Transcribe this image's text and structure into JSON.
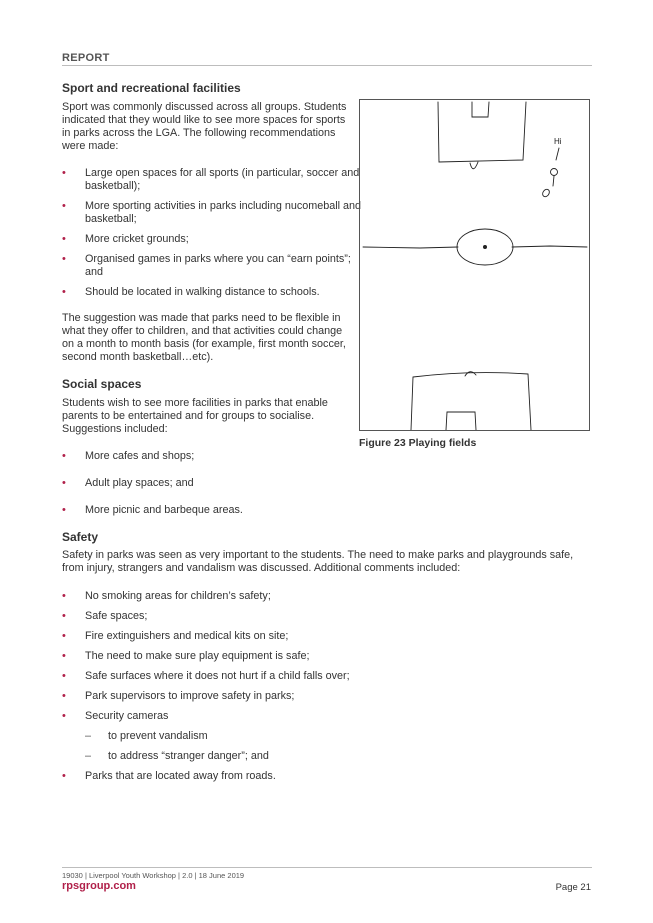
{
  "header": {
    "label": "REPORT"
  },
  "sport": {
    "heading": "Sport and recreational facilities",
    "intro": "Sport was commonly discussed across all groups. Students indicated that they would like to see more spaces for sports in parks across the LGA. The following recommendations were made:",
    "items": [
      "Large open spaces for all sports (in particular, soccer and basketball);",
      "More sporting activities in parks including nucomeball and basketball;",
      "More cricket grounds;",
      "Organised games in parks where you can “earn points”; and",
      "Should be located in walking distance to schools."
    ],
    "closing": "The suggestion was made that parks need to be flexible in what they offer to children, and that activities could change on a month to month basis (for example, first month soccer, second month basketball…etc)."
  },
  "social": {
    "heading": "Social spaces",
    "intro": "Students wish to see more facilities in parks that enable parents to be entertained and for groups to socialise. Suggestions included:",
    "items": [
      "More cafes and shops;",
      "Adult play spaces; and",
      "More picnic and barbeque areas."
    ]
  },
  "figure": {
    "caption": "Figure 23 Playing fields",
    "sketch_text": "Hi"
  },
  "safety": {
    "heading": "Safety",
    "intro": "Safety in parks was seen as very important to the students. The need to make parks and playgrounds safe, from injury, strangers and vandalism was discussed. Additional comments included:",
    "items": [
      "No smoking areas for children’s safety;",
      "Safe spaces;",
      "Fire extinguishers and medical kits on site;",
      "The need to make sure play equipment is safe;",
      "Safe surfaces where it does not hurt if a child falls over;",
      "Park supervisors to improve safety in parks;",
      "Security cameras"
    ],
    "subitems": [
      "to prevent vandalism",
      "to address “stranger danger”; and"
    ],
    "last_item": "Parks that are located away from roads."
  },
  "footer": {
    "meta": "19030  |  Liverpool Youth Workshop  |  2.0  |  18 June 2019",
    "site": "rpsgroup.com",
    "page": "Page 21"
  },
  "colors": {
    "accent": "#b0204a",
    "text": "#333333",
    "rule": "#bdbdbd"
  }
}
